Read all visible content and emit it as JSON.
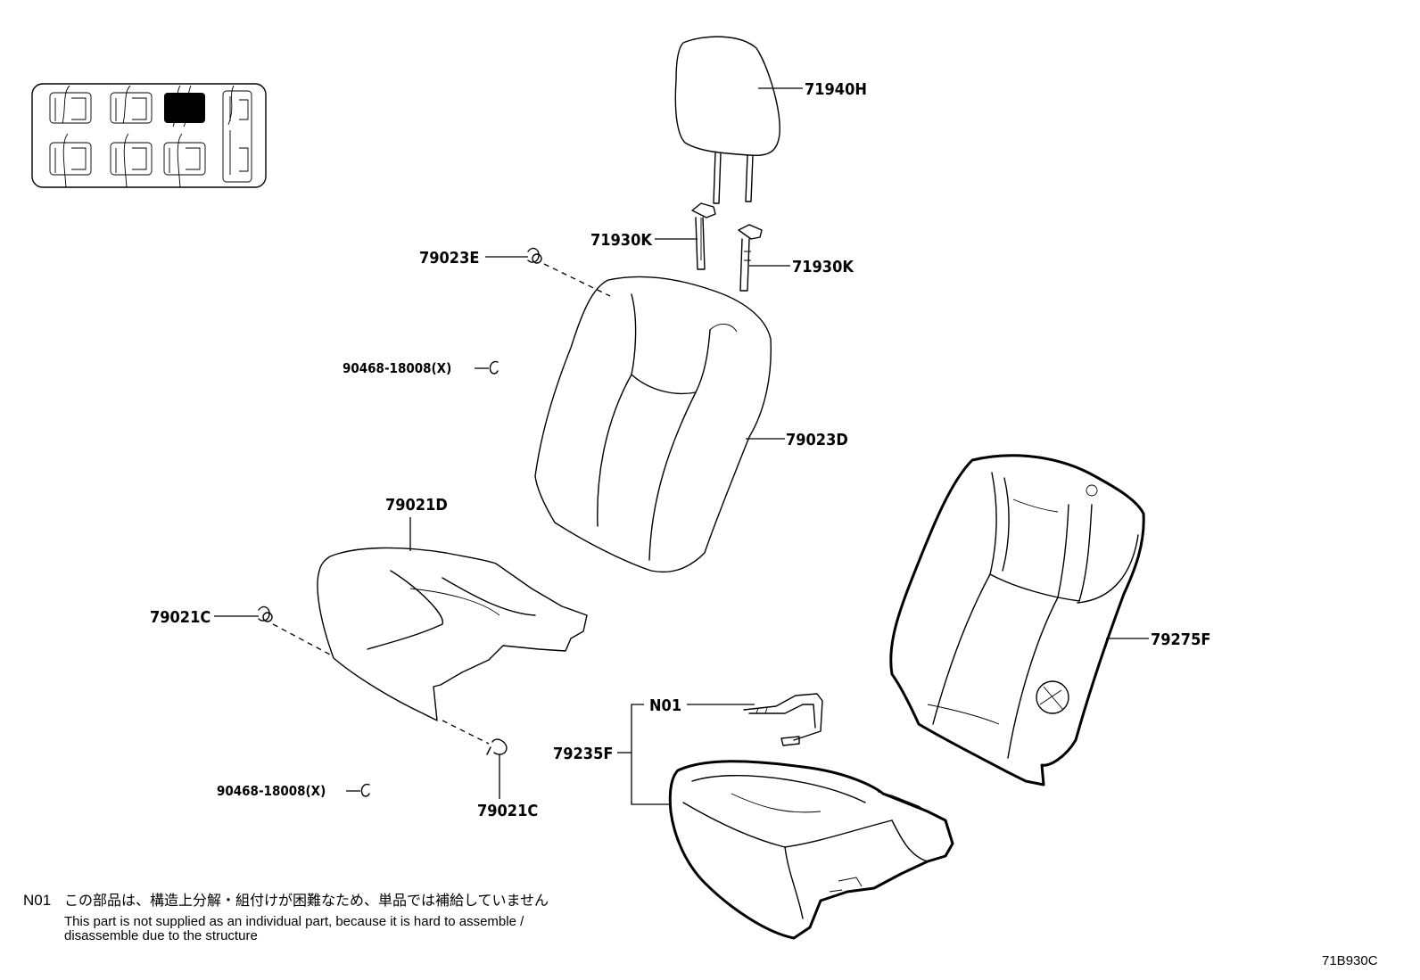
{
  "diagram": {
    "parts": {
      "headrest": "71940H",
      "support_left": "71930K",
      "support_right": "71930K",
      "back_fastener": "79023E",
      "back_clip_note": "90468-18008(X)",
      "back_cover": "79023D",
      "cushion_cover": "79021D",
      "cushion_fastener_left": "79021C",
      "cushion_fastener_bottom": "79021C",
      "cushion_clip_note": "90468-18008(X)",
      "back_pad": "79275F",
      "harness_note_ref": "N01",
      "cushion_pad": "79235F"
    },
    "note": {
      "code": "N01",
      "japanese": "この部品は、構造上分解・組付けが困難なため、単品では補給していません",
      "english_line1": "This part is not supplied as an individual part, because it is hard to assemble /",
      "english_line2": "disassemble due to the structure"
    },
    "figure_id": "71B930C",
    "locator": {
      "highlighted_seat": "row-1-seat-3"
    }
  }
}
